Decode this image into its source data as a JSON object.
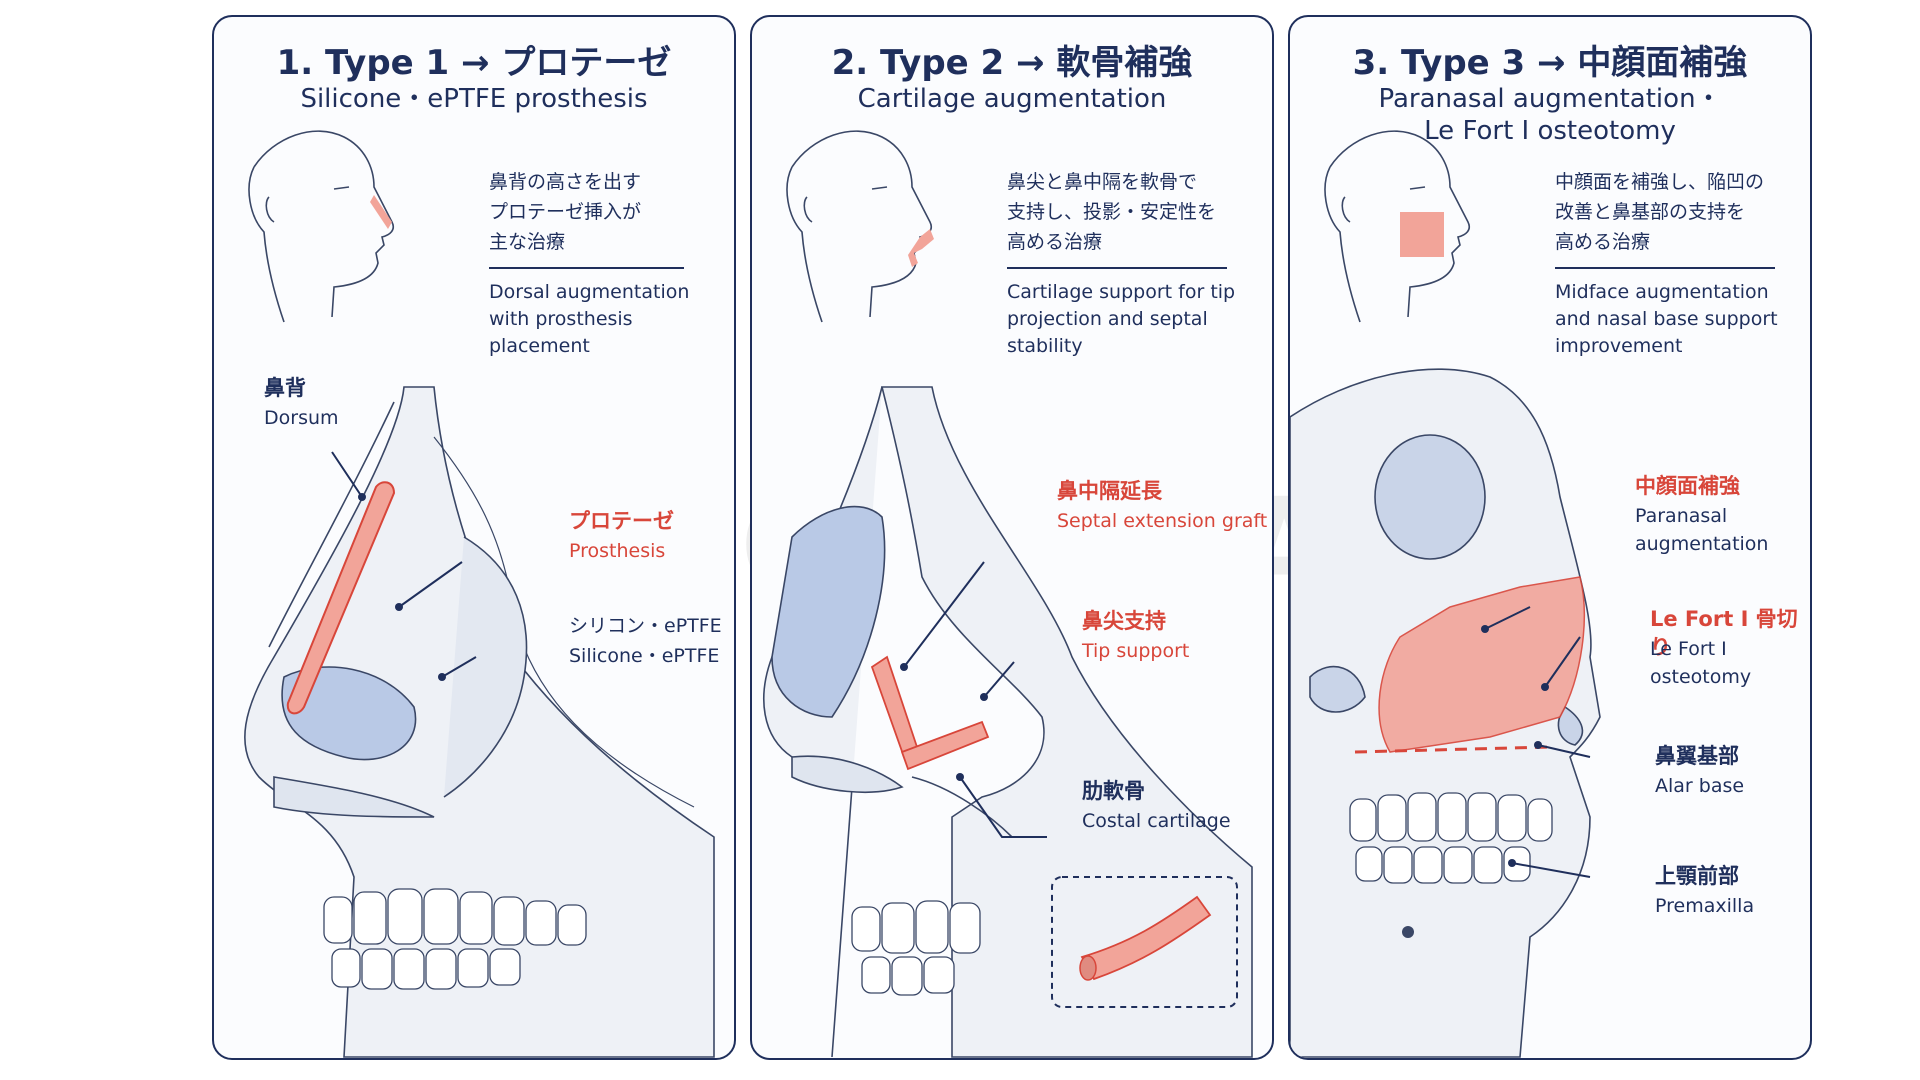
{
  "watermark": {
    "text_left": "CLINIC",
    "plus": "+",
    "text_right": "JAPAN"
  },
  "colors": {
    "frame": "#1f2f5c",
    "accent_red": "#d8463a",
    "graft_fill": "#f2a499",
    "soft_blue": "#b9c9e6",
    "bone_fill": "#eef1f6"
  },
  "panels": [
    {
      "title": "1. Type 1 → プロテーゼ",
      "subtitle": "Silicone・ePTFE prosthesis",
      "desc_jp": "鼻背の高さを出す\nプロテーゼ挿入が\n主な治療",
      "desc_en": "Dorsal augmentation\nwith prosthesis\nplacement",
      "labels": {
        "dorsum_jp": "鼻背",
        "dorsum_en": "Dorsum",
        "prosthesis_jp": "プロテーゼ",
        "prosthesis_en": "Prosthesis",
        "material_jp": "シリコン・ePTFE",
        "material_en": "Silicone・ePTFE"
      }
    },
    {
      "title": "2. Type 2 → 軟骨補強",
      "subtitle": "Cartilage augmentation",
      "desc_jp": "鼻尖と鼻中隔を軟骨で\n支持し、投影・安定性を\n高める治療",
      "desc_en": "Cartilage support for tip\nprojection and septal\nstability",
      "labels": {
        "septal_jp": "鼻中隔延長",
        "septal_en": "Septal extension graft",
        "tip_jp": "鼻尖支持",
        "tip_en": "Tip support",
        "costal_jp": "肋軟骨",
        "costal_en": "Costal cartilage"
      }
    },
    {
      "title": "3. Type 3 → 中顔面補強",
      "subtitle": "Paranasal augmentation・\nLe Fort I osteotomy",
      "desc_jp": "中顔面を補強し、陥凹の\n改善と鼻基部の支持を\n高める治療",
      "desc_en": "Midface augmentation\nand nasal base support\nimprovement",
      "labels": {
        "paranasal_jp": "中顔面補強",
        "paranasal_en": "Paranasal\naugmentation",
        "lefort_jp": "Le Fort I 骨切り",
        "lefort_en": "Le Fort I\nosteotomy",
        "alar_jp": "鼻翼基部",
        "alar_en": "Alar base",
        "premax_jp": "上顎前部",
        "premax_en": "Premaxilla"
      }
    }
  ]
}
